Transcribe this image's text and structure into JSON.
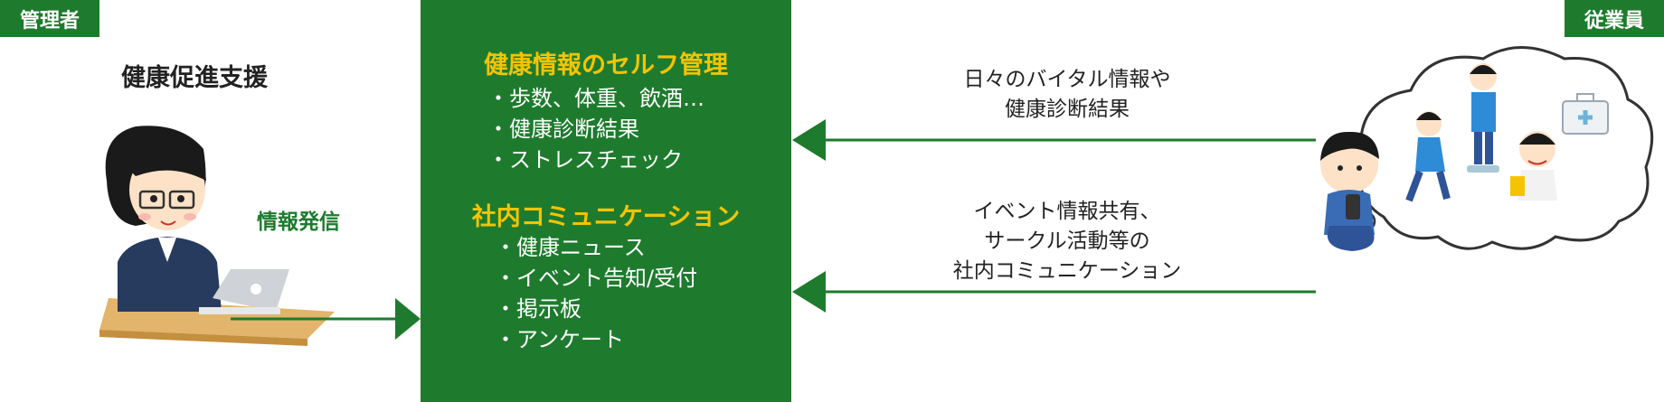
{
  "tags": {
    "admin": "管理者",
    "employee": "従業員"
  },
  "left": {
    "support": "健康促進支援",
    "send": "情報発信"
  },
  "center": {
    "section1_title": "健康情報のセルフ管理",
    "section1_items": [
      "・歩数、体重、飲酒…",
      "・健康診断結果",
      "・ストレスチェック"
    ],
    "section2_title": "社内コミュニケーション",
    "section2_items": [
      "・健康ニュース",
      "・イベント告知/受付",
      "・掲示板",
      "・アンケート"
    ]
  },
  "right": {
    "msg1": [
      "日々のバイタル情報や",
      "健康診断結果"
    ],
    "msg2": [
      "イベント情報共有、",
      "サークル活動等の",
      "社内コミュニケーション"
    ]
  },
  "colors": {
    "green": "#1e7b2e",
    "yellow": "#f5c400"
  }
}
